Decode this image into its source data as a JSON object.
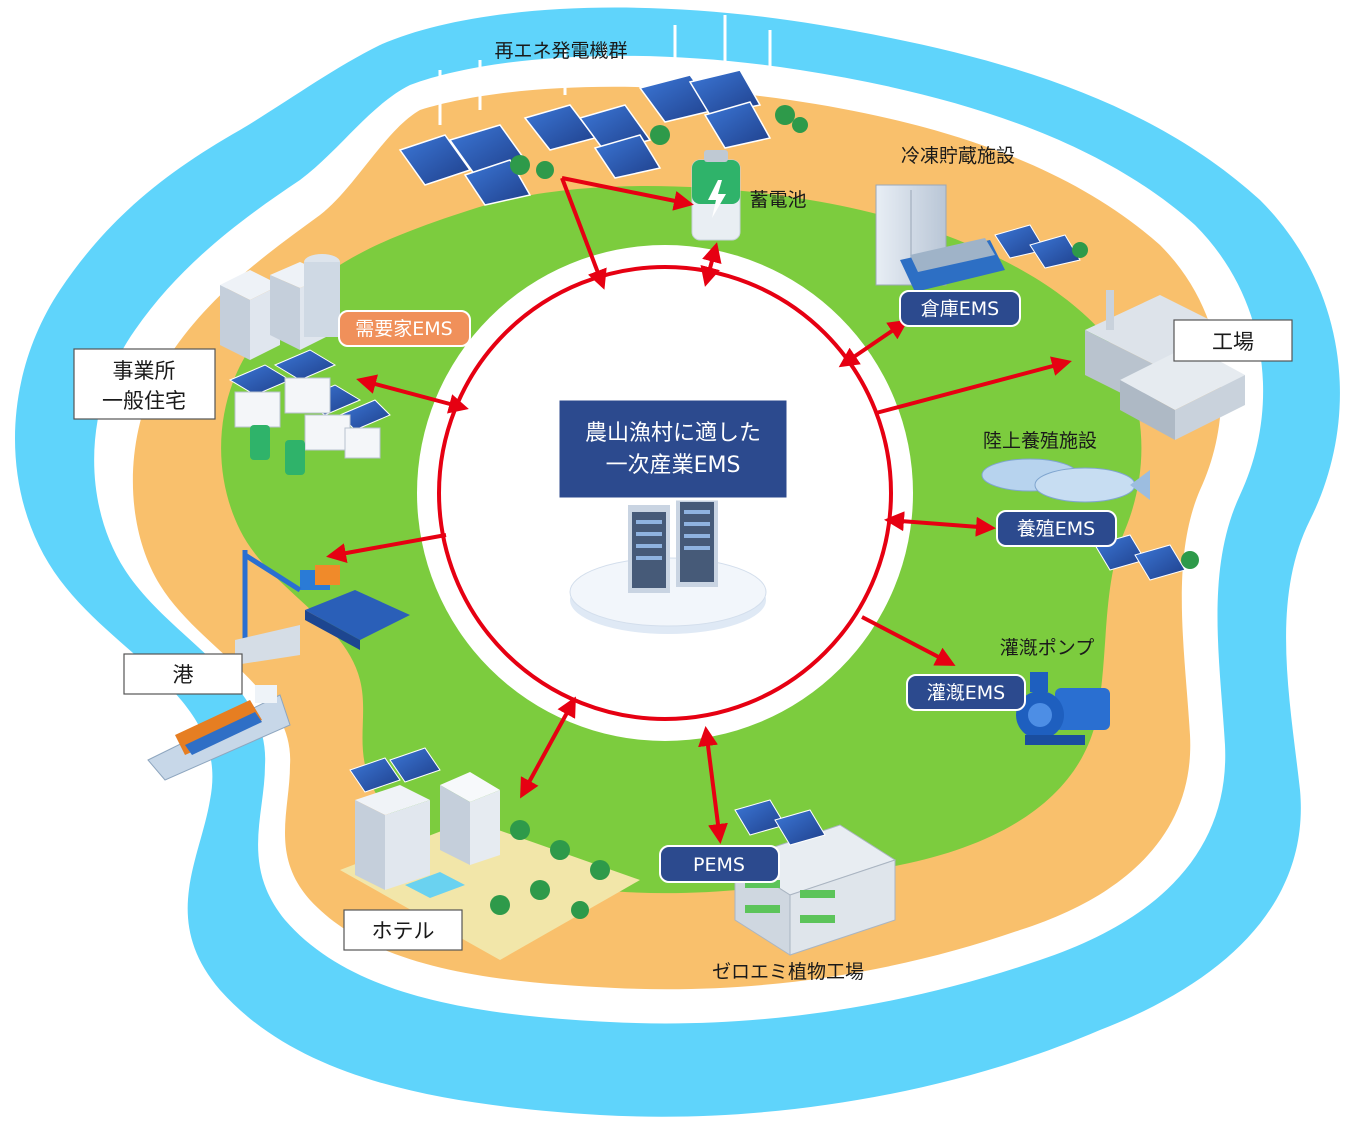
{
  "labels": {
    "renewables": "再エネ発電機群",
    "battery": "蓄電池",
    "cold_storage": "冷凍貯蔵施設",
    "factory": "工場",
    "aquaculture": "陸上養殖施設",
    "irrigation_pump": "灌漑ポンプ",
    "plant_factory": "ゼロエミ植物工場",
    "hotel": "ホテル",
    "port": "港",
    "office_line1": "事業所",
    "office_line2": "一般住宅"
  },
  "ems": {
    "demand": "需要家EMS",
    "warehouse": "倉庫EMS",
    "aquaculture": "養殖EMS",
    "irrigation": "灌漑EMS",
    "pems": "PEMS"
  },
  "center": {
    "line1": "農山漁村に適した",
    "line2": "一次産業EMS"
  },
  "colors": {
    "sea": "#5fd4fb",
    "shore": "#ffffff",
    "sand": "#f9c06c",
    "grass": "#7ccc3e",
    "ring": "#e60012",
    "navy": "#2c4a8e",
    "orange_pill": "#f0905a"
  }
}
